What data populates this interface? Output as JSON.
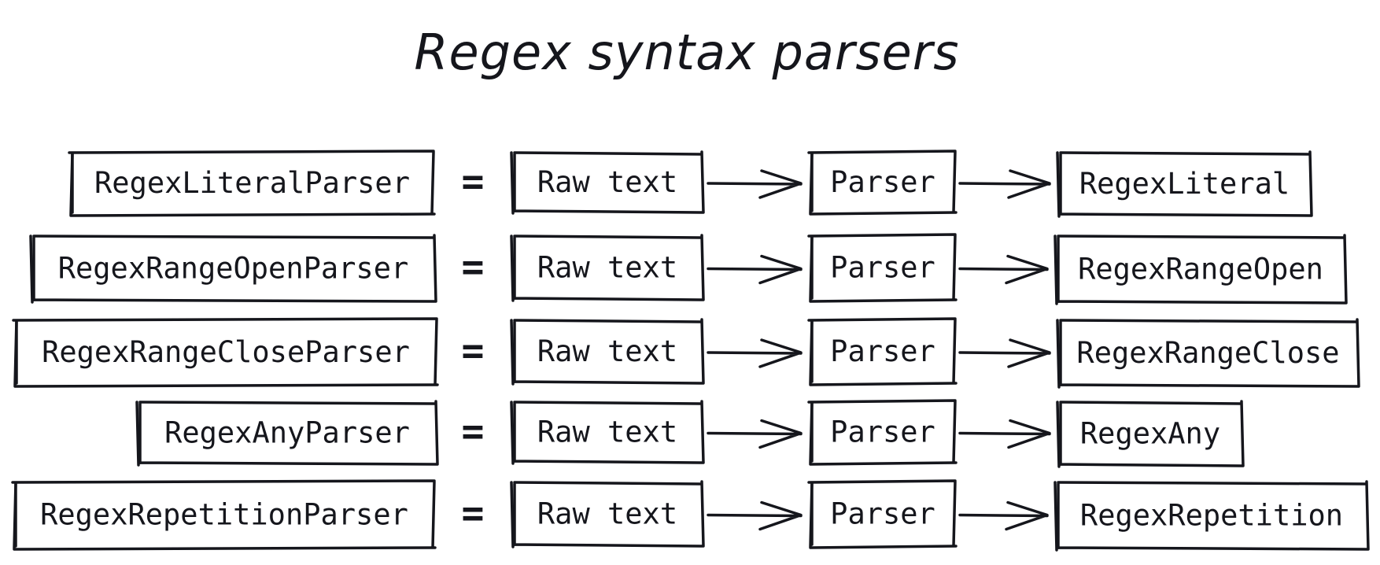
{
  "title": "Regex syntax parsers",
  "equals_sign": "=",
  "rows": [
    {
      "parser": "RegexLiteralParser",
      "input": "Raw text",
      "stage": "Parser",
      "output": "RegexLiteral"
    },
    {
      "parser": "RegexRangeOpenParser",
      "input": "Raw text",
      "stage": "Parser",
      "output": "RegexRangeOpen"
    },
    {
      "parser": "RegexRangeCloseParser",
      "input": "Raw text",
      "stage": "Parser",
      "output": "RegexRangeClose"
    },
    {
      "parser": "RegexAnyParser",
      "input": "Raw text",
      "stage": "Parser",
      "output": "RegexAny"
    },
    {
      "parser": "RegexRepetitionParser",
      "input": "Raw text",
      "stage": "Parser",
      "output": "RegexRepetition"
    }
  ]
}
